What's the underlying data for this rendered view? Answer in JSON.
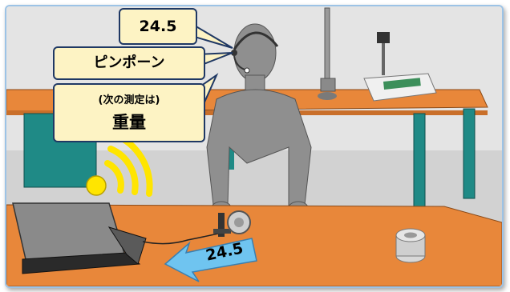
{
  "callouts": {
    "measurement_value": "24.5",
    "sound": "ピンポーン",
    "next_measure_note": "(次の測定は)",
    "next_measure_item": "重量"
  },
  "arrow": {
    "value": "24.5"
  },
  "colors": {
    "callout_fill": "#fdf3c4",
    "callout_border": "#1f3864",
    "table_top": "#e8873a",
    "table_legs": "#1f8a86",
    "arrow_fill": "#6fc4f0",
    "signal_icon": "#ffe500",
    "frame_border": "#9cc3e6"
  },
  "icons": [
    "wifi-signal-icon",
    "left-arrow-icon",
    "headset-icon"
  ]
}
